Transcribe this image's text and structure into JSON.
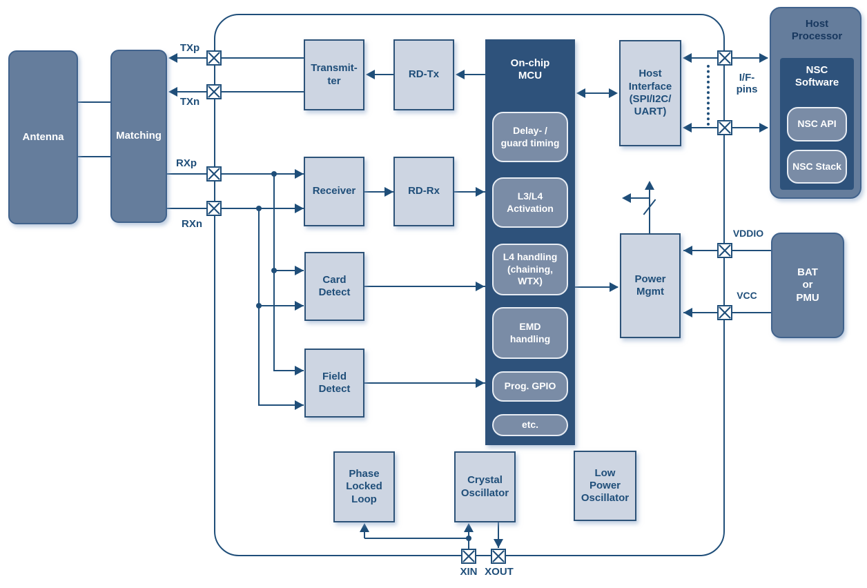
{
  "diagram": {
    "blocks": {
      "antenna": {
        "label": "Antenna"
      },
      "matching": {
        "label": "Matching"
      },
      "transmitter": {
        "label": "Transmit-\nter"
      },
      "rd_tx": {
        "label": "RD-Tx"
      },
      "receiver": {
        "label": "Receiver"
      },
      "rd_rx": {
        "label": "RD-Rx"
      },
      "card_detect": {
        "label": "Card\nDetect"
      },
      "field_detect": {
        "label": "Field\nDetect"
      },
      "mcu": {
        "label": "On-chip\nMCU",
        "features": [
          "Delay- /\nguard timing",
          "L3/L4\nActivation",
          "L4 handling\n(chaining,\nWTX)",
          "EMD\nhandling",
          "Prog. GPIO",
          "etc."
        ]
      },
      "host_interface": {
        "label": "Host\nInterface\n(SPI/I2C/\nUART)"
      },
      "host_processor": {
        "label": "Host\nProcessor",
        "nsc_software": {
          "label": "NSC\nSoftware",
          "api": "NSC API",
          "stack": "NSC Stack"
        }
      },
      "power_mgmt": {
        "label": "Power\nMgmt"
      },
      "bat_pmu": {
        "label": "BAT\nor\nPMU"
      },
      "pll": {
        "label": "Phase\nLocked\nLoop"
      },
      "crystal_osc": {
        "label": "Crystal\nOscillator"
      },
      "low_power_osc": {
        "label": "Low\nPower\nOscillator"
      }
    },
    "pins": {
      "txp": "TXp",
      "txn": "TXn",
      "rxp": "RXp",
      "rxn": "RXn",
      "if_pins": "I/F-\npins",
      "vddio": "VDDIO",
      "vcc": "VCC",
      "xin": "XIN",
      "xout": "XOUT"
    },
    "colors": {
      "line": "#1f4e79",
      "light_fill": "#cdd5e2",
      "light_border": "#2c5278",
      "slate_fill": "#657d9c",
      "slate_border": "#40628c",
      "navy_fill": "#2e527b",
      "subbox_fill": "#7a8ca6",
      "subbox_border": "#e8edf4",
      "text_dark": "#1f4e79",
      "text_light": "#ffffff",
      "hp_text": "#17375e"
    }
  }
}
